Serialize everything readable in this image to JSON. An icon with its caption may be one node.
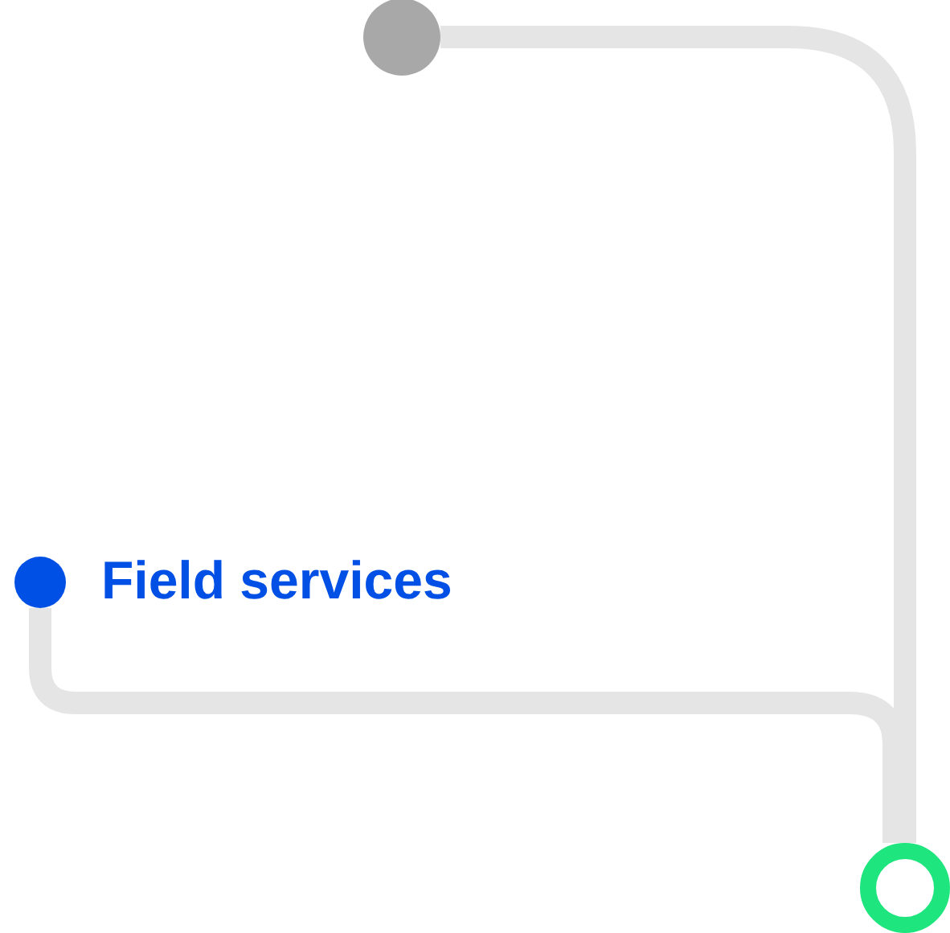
{
  "diagram": {
    "nodes": [
      {
        "text": [],
        "shape": "circle"
      },
      {
        "text": [],
        "shape": "circle",
        "beside": [
          "Field services"
        ]
      },
      {
        "text": [],
        "shape": "circle"
      }
    ],
    "edges": [
      {
        "from": 0,
        "to": 2,
        "arrow": "none"
      },
      {
        "from": 1,
        "to": 2,
        "arrow": "none"
      }
    ]
  }
}
